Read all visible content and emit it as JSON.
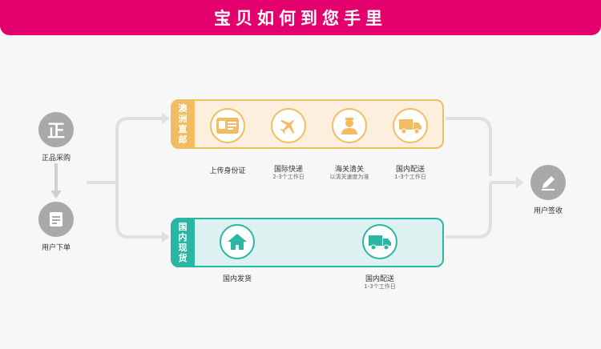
{
  "header": {
    "title": "宝贝如何到您手里"
  },
  "left": {
    "step1_glyph": "正",
    "step1_label": "正品采购",
    "step2_label": "用户下单"
  },
  "australia": {
    "tab_label": "澳洲直邮",
    "steps": [
      {
        "icon": "id-card-icon",
        "label": "上传身份证",
        "sub": ""
      },
      {
        "icon": "airplane-icon",
        "label": "国际快递",
        "sub": "2-3个工作日"
      },
      {
        "icon": "customs-officer-icon",
        "label": "海关清关",
        "sub": "以清关速度为准"
      },
      {
        "icon": "truck-icon",
        "label": "国内配送",
        "sub": "1-3个工作日"
      }
    ]
  },
  "domestic": {
    "tab_label": "国内现货",
    "steps": [
      {
        "icon": "house-icon",
        "label": "国内发货",
        "sub": ""
      },
      {
        "icon": "truck-icon",
        "label": "国内配送",
        "sub": "1-3个工作日"
      }
    ]
  },
  "right": {
    "label": "用户签收"
  },
  "colors": {
    "brand": "#e4006c",
    "orange": "#f2bd62",
    "teal": "#2ab5a5",
    "gray": "#a9a9a9"
  }
}
